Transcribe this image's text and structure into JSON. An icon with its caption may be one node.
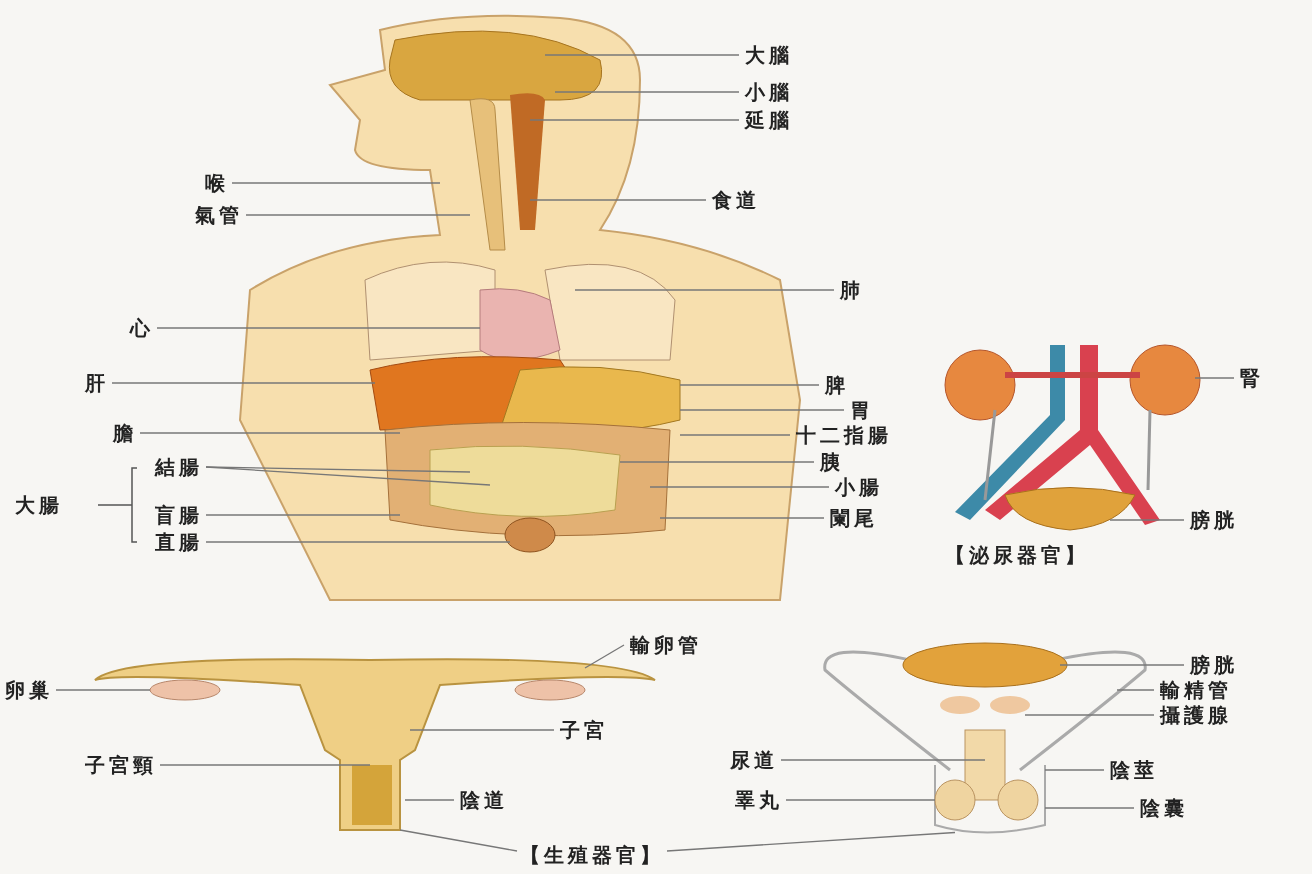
{
  "diagram": {
    "nodes": [
      {
        "text": [
          "大腦"
        ]
      },
      {
        "text": [
          "小腦"
        ]
      },
      {
        "text": [
          "延腦"
        ]
      },
      {
        "text": [
          "喉"
        ]
      },
      {
        "text": [
          "氣管"
        ]
      },
      {
        "text": [
          "食道"
        ]
      },
      {
        "text": [
          "肺"
        ]
      },
      {
        "text": [
          "心"
        ]
      },
      {
        "text": [
          "肝"
        ]
      },
      {
        "text": [
          "脾"
        ]
      },
      {
        "text": [
          "胃"
        ]
      },
      {
        "text": [
          "膽"
        ]
      },
      {
        "text": [
          "十二指腸"
        ]
      },
      {
        "text": [
          "結腸"
        ]
      },
      {
        "text": [
          "胰"
        ]
      },
      {
        "text": [
          "小腸"
        ]
      },
      {
        "text": [
          "盲腸"
        ]
      },
      {
        "text": [
          "闌尾"
        ]
      },
      {
        "text": [
          "直腸"
        ]
      },
      {
        "text": [
          "腎"
        ]
      },
      {
        "text": [
          "膀胱"
        ]
      },
      {
        "text": [
          "輸卵管"
        ]
      },
      {
        "text": [
          "卵巢"
        ]
      },
      {
        "text": [
          "子宮"
        ]
      },
      {
        "text": [
          "膀胱"
        ]
      },
      {
        "text": [
          "輸精管"
        ]
      },
      {
        "text": [
          "攝護腺"
        ]
      },
      {
        "text": [
          "子宮頸"
        ]
      },
      {
        "text": [
          "尿道"
        ]
      },
      {
        "text": [
          "陰莖"
        ]
      },
      {
        "text": [
          "陰道"
        ]
      },
      {
        "text": [
          "睪丸"
        ]
      },
      {
        "text": [
          "陰囊"
        ]
      },
      {
        "text": [
          "【生殖器官】"
        ]
      },
      {
        "text": [],
        "shape": "picture"
      },
      {
        "text": [],
        "shape": "picture"
      },
      {
        "text": [],
        "shape": "picture"
      },
      {
        "text": [],
        "shape": "picture"
      }
    ],
    "edges": [
      {
        "from": 0,
        "to": 36,
        "arrow": "none"
      },
      {
        "from": 1,
        "to": 36,
        "arrow": "none"
      },
      {
        "from": 2,
        "to": 36,
        "arrow": "none"
      },
      {
        "from": 3,
        "to": 36,
        "arrow": "none"
      },
      {
        "from": 4,
        "to": 36,
        "arrow": "none"
      },
      {
        "from": 5,
        "to": 36,
        "arrow": "none"
      },
      {
        "from": 6,
        "to": 36,
        "arrow": "none"
      },
      {
        "from": 7,
        "to": 36,
        "arrow": "none"
      },
      {
        "from": 8,
        "to": 36,
        "arrow": "none"
      },
      {
        "from": 9,
        "to": 36,
        "arrow": "none"
      },
      {
        "from": 10,
        "to": 36,
        "arrow": "none"
      },
      {
        "from": 11,
        "to": 36,
        "arrow": "none"
      },
      {
        "from": 12,
        "to": 36,
        "arrow": "none"
      },
      {
        "from": 13,
        "to": 36,
        "arrow": "none"
      },
      {
        "from": 13,
        "to": 36,
        "arrow": "none"
      },
      {
        "from": 14,
        "to": 36,
        "arrow": "none"
      },
      {
        "from": 15,
        "to": 36,
        "arrow": "none"
      },
      {
        "from": 16,
        "to": 36,
        "arrow": "none"
      },
      {
        "from": 17,
        "to": 36,
        "arrow": "none"
      },
      {
        "from": 18,
        "to": 36,
        "arrow": "none"
      },
      {
        "from": 19,
        "to": 37,
        "arrow": "none"
      },
      {
        "from": 20,
        "to": 37,
        "arrow": "none"
      },
      {
        "from": 21,
        "to": 34,
        "arrow": "none"
      },
      {
        "from": 22,
        "to": 34,
        "arrow": "none"
      },
      {
        "from": 23,
        "to": 34,
        "arrow": "none"
      },
      {
        "from": 24,
        "to": 35,
        "arrow": "none"
      },
      {
        "from": 25,
        "to": 35,
        "arrow": "none"
      },
      {
        "from": 26,
        "to": 35,
        "arrow": "none"
      },
      {
        "from": 27,
        "to": 34,
        "arrow": "none"
      },
      {
        "from": 28,
        "to": 35,
        "arrow": "none"
      },
      {
        "from": 29,
        "to": 35,
        "arrow": "none"
      },
      {
        "from": 30,
        "to": 34,
        "arrow": "none"
      },
      {
        "from": 31,
        "to": 35,
        "arrow": "none"
      },
      {
        "from": 32,
        "to": 35,
        "arrow": "none"
      },
      {
        "from": 33,
        "to": 34,
        "arrow": "none"
      },
      {
        "from": 33,
        "to": 35,
        "arrow": "none"
      }
    ],
    "labels": [
      "大腸",
      "【泌尿器官】"
    ]
  }
}
